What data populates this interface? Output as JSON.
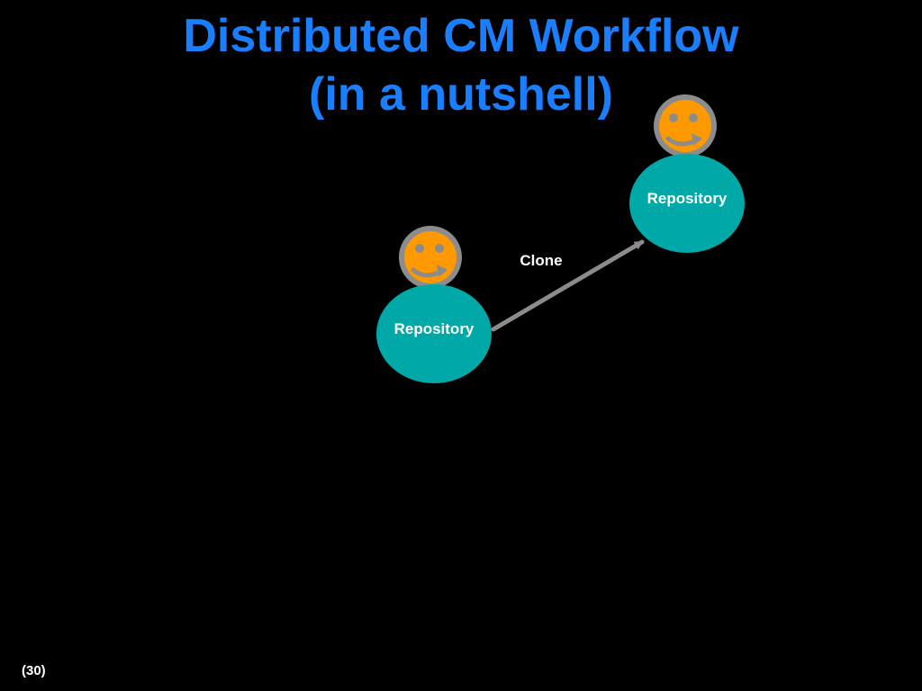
{
  "slide": {
    "title_line_1": "Distributed CM Workflow",
    "title_line_2": "(in a nutshell)",
    "slide_number": "(30)"
  },
  "diagram": {
    "nodes": [
      {
        "id": "repo-local",
        "label": "Repository",
        "has_user": true
      },
      {
        "id": "repo-remote",
        "label": "Repository",
        "has_user": true
      }
    ],
    "edges": [
      {
        "from": "repo-local",
        "to": "repo-remote",
        "label": "Clone"
      }
    ],
    "icons": [
      "smiley-face-icon"
    ]
  },
  "colors": {
    "background": "#000000",
    "title": "#1a7fff",
    "repository_fill": "#00a8a8",
    "face_fill": "#ff9900",
    "face_ring": "#8c8c8c",
    "face_features": "#8c8c8c",
    "arrow": "#8c8c8c",
    "label_text": "#ffffff"
  }
}
